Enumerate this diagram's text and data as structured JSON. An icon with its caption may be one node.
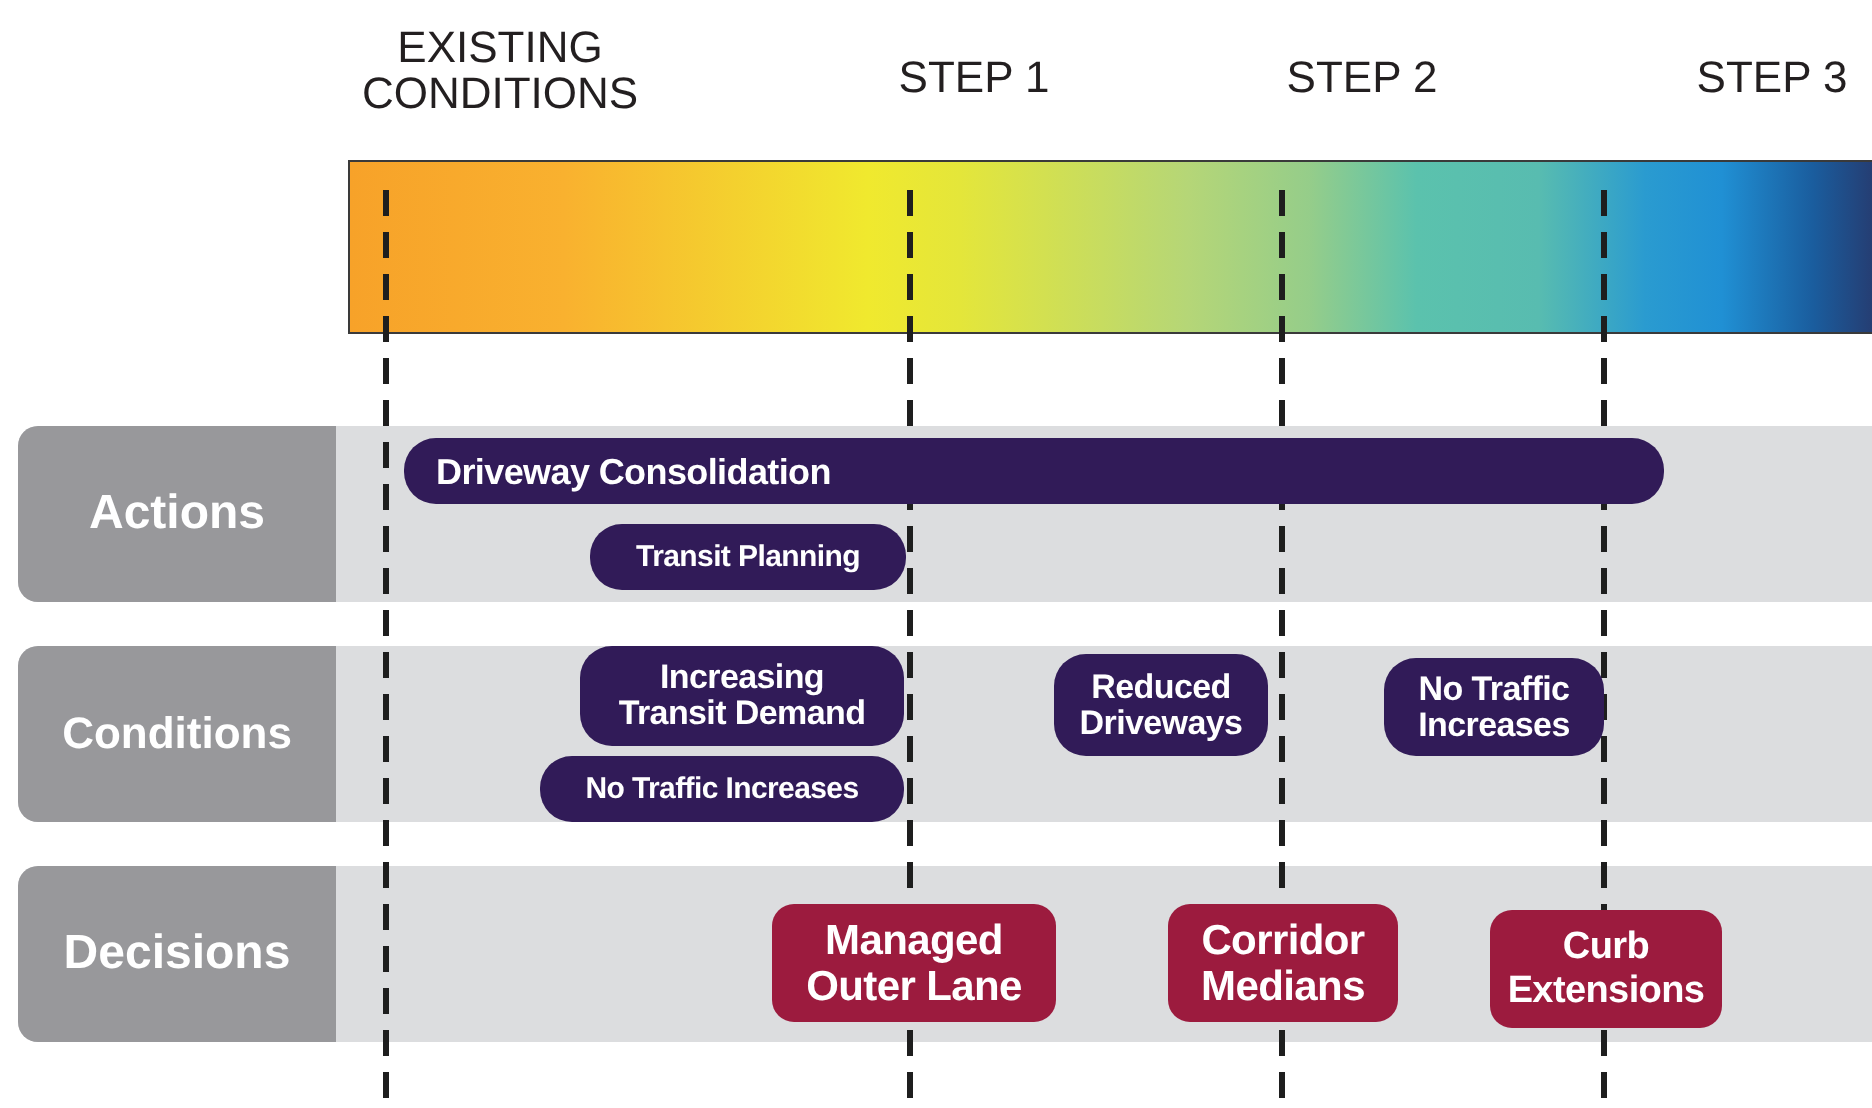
{
  "diagram": {
    "nodes": [
      {
        "text": [],
        "shape": "bar"
      },
      {
        "text": [
          "Actions"
        ]
      },
      {
        "text": [
          "Driveway Consolidation"
        ],
        "in": 1
      },
      {
        "text": [
          "Transit Planning"
        ],
        "in": 1
      },
      {
        "text": [
          "Conditions"
        ]
      },
      {
        "text": [
          "Increasing Transit Demand"
        ],
        "in": 4
      },
      {
        "text": [
          "No Traffic Increases"
        ],
        "in": 4
      },
      {
        "text": [
          "Reduced Driveways"
        ],
        "in": 4
      },
      {
        "text": [
          "No Traffic Increases"
        ],
        "in": 4
      },
      {
        "text": [
          "Decisions"
        ]
      },
      {
        "text": [
          "Managed Outer Lane"
        ],
        "in": 9
      },
      {
        "text": [
          "Corridor Medians"
        ],
        "in": 9
      },
      {
        "text": [
          "Curb Extensions"
        ],
        "in": 9
      }
    ],
    "labels": [
      "EXISTING CONDITIONS",
      "STEP 1",
      "STEP 2",
      "STEP 3"
    ]
  }
}
